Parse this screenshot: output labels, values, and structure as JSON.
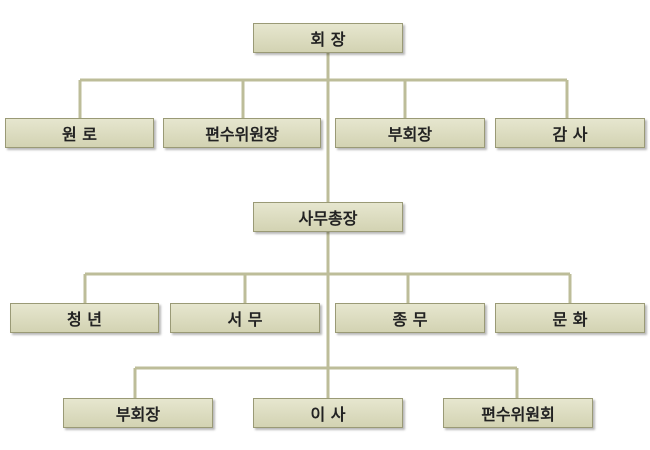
{
  "org_chart": {
    "president": "회 장",
    "row1": [
      "원 로",
      "편수위원장",
      "부회장",
      "감 사"
    ],
    "secretary_general": "사무총장",
    "row2": [
      "청 년",
      "서 무",
      "종 무",
      "문 화"
    ],
    "row3": [
      "부회장",
      "이 사",
      "편수위원회"
    ]
  },
  "colors": {
    "box_fill": "#dcdcc0",
    "box_border": "#9a9a76",
    "line": "#bdbd99",
    "text": "#222222"
  }
}
